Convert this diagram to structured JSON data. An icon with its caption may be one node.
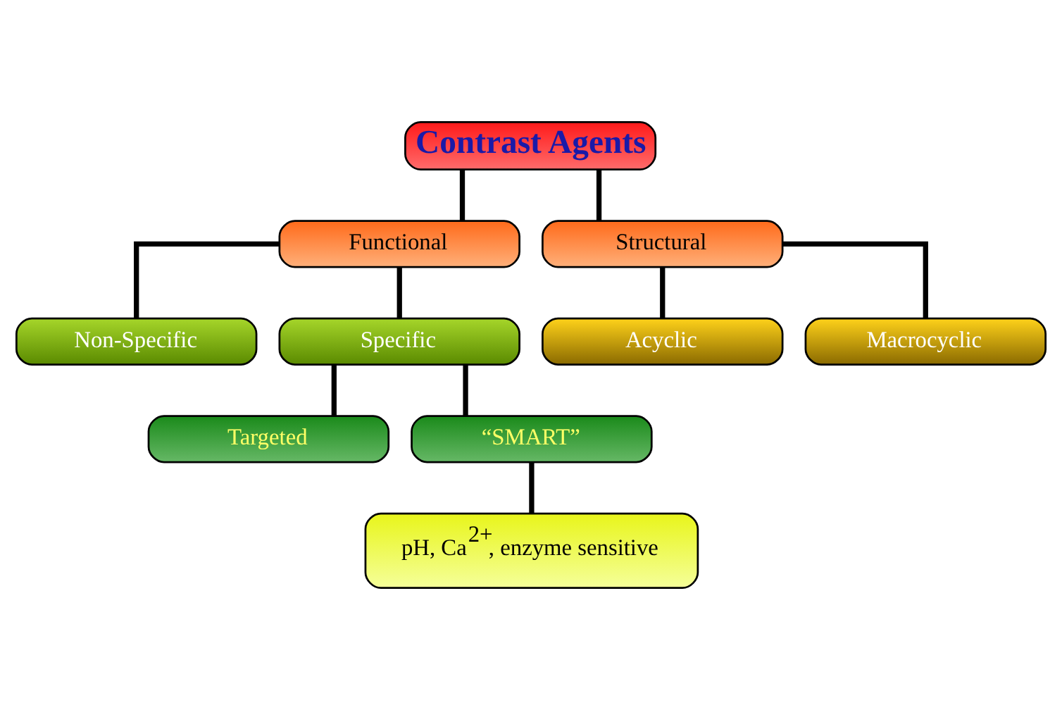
{
  "diagram": {
    "nodes": [
      {
        "text": [
          "Contrast Agents"
        ]
      },
      {
        "text": [
          "Functional"
        ]
      },
      {
        "text": [
          "Structural"
        ]
      },
      {
        "text": [
          "Acyclic"
        ]
      },
      {
        "text": [
          "Macrocyclic"
        ]
      },
      {
        "text": [
          "Non-Specific"
        ]
      },
      {
        "text": [
          "Specific"
        ]
      },
      {
        "text": [
          "Targeted"
        ]
      },
      {
        "text": [
          "“SMART”"
        ]
      },
      {
        "text": [
          "pH, Ca$^{2+}$, enzyme sensitive"
        ]
      }
    ],
    "edges": [
      {
        "from": 0,
        "to": 1,
        "arrow": "none"
      },
      {
        "from": 0,
        "to": 2,
        "arrow": "none"
      },
      {
        "from": 2,
        "to": 3,
        "arrow": "none"
      },
      {
        "from": 2,
        "to": 4,
        "arrow": "none"
      },
      {
        "from": 1,
        "to": 5,
        "arrow": "none"
      },
      {
        "from": 1,
        "to": 6,
        "arrow": "none"
      },
      {
        "from": 6,
        "to": 7,
        "arrow": "none"
      },
      {
        "from": 6,
        "to": 8,
        "arrow": "none"
      },
      {
        "from": 8,
        "to": 9,
        "arrow": "none"
      }
    ]
  }
}
